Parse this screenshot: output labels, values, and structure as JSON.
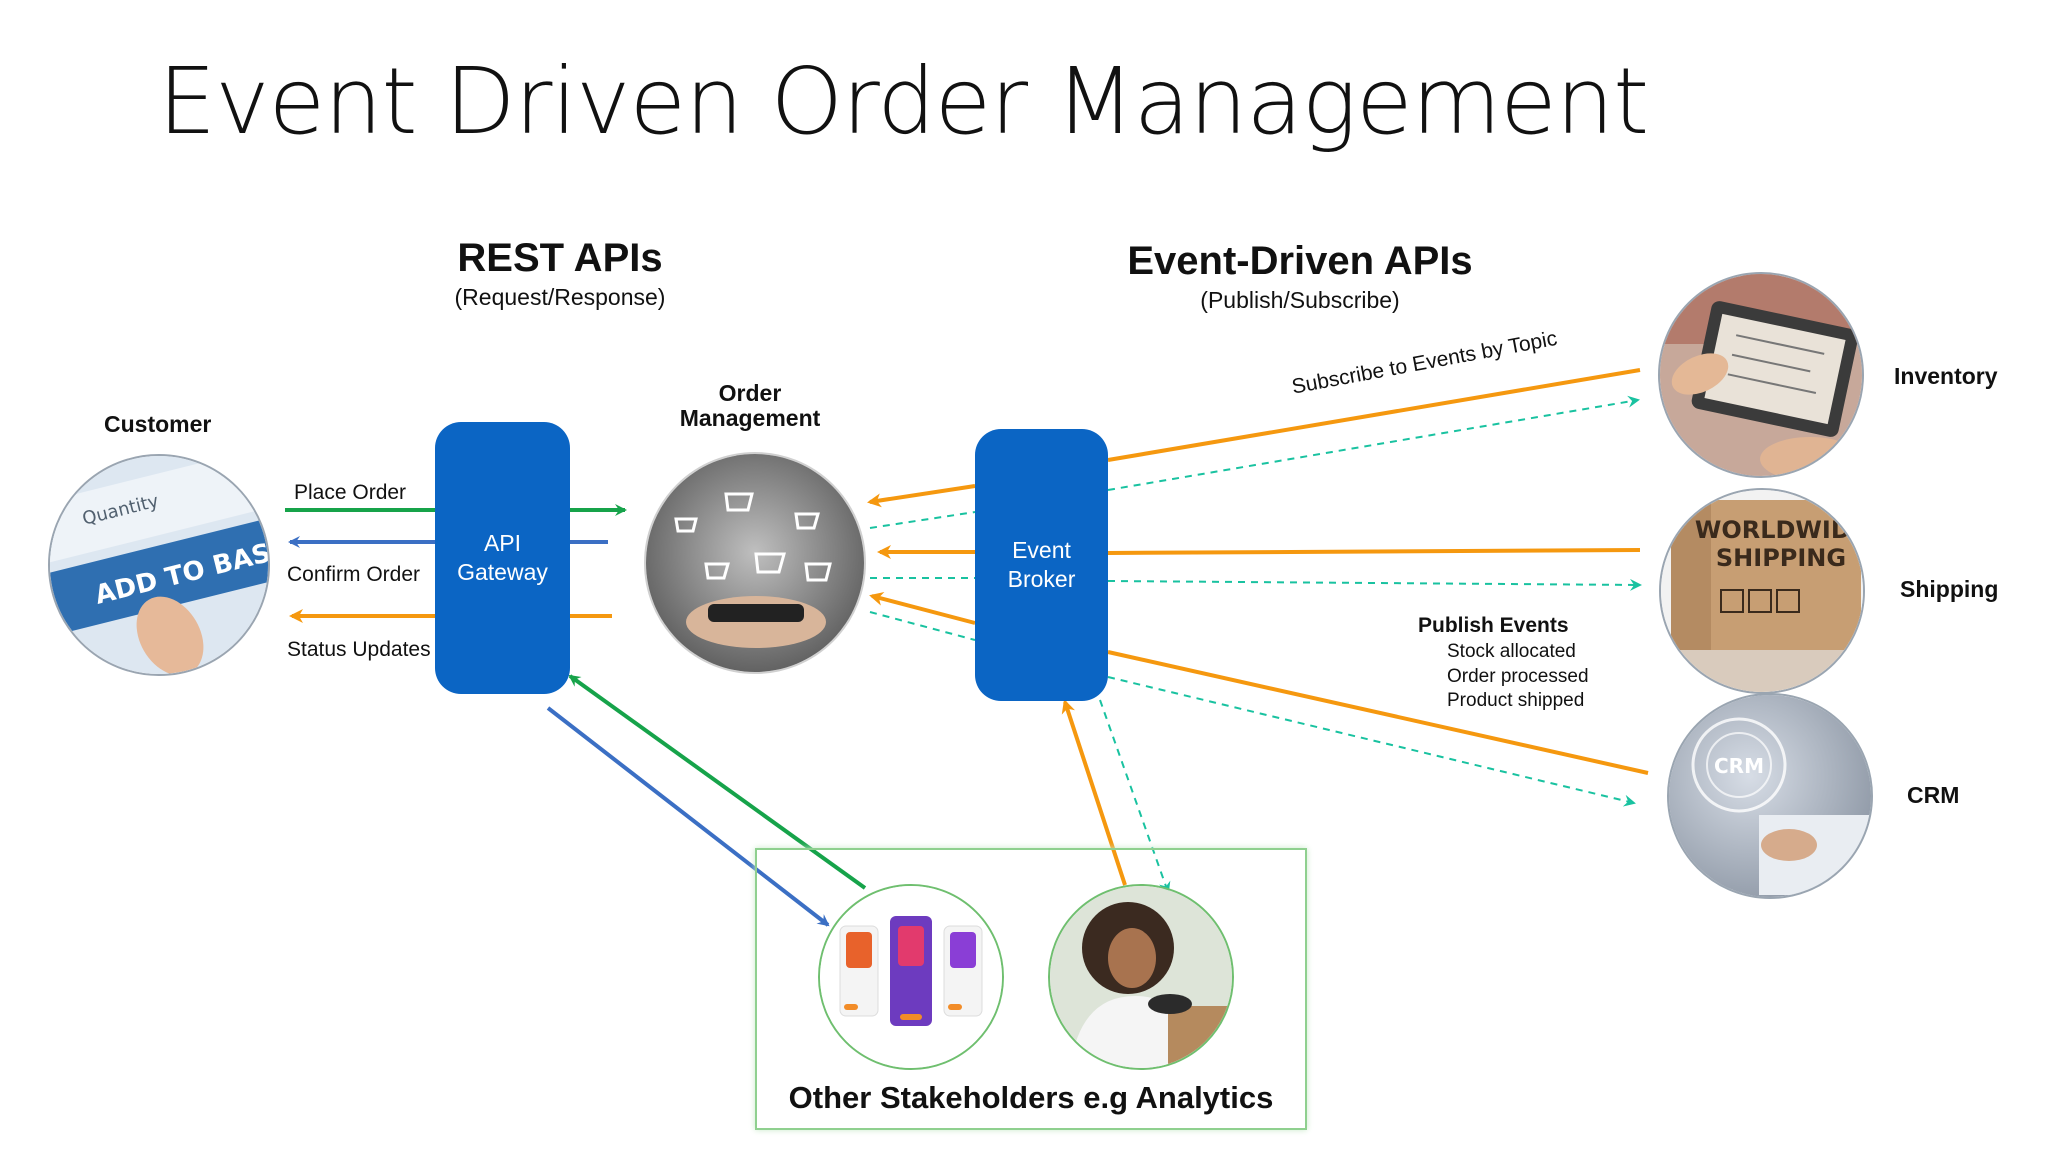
{
  "title": "Event Driven Order Management",
  "rest": {
    "heading": "REST APIs",
    "sub": "(Request/Response)"
  },
  "eda": {
    "heading": "Event-Driven APIs",
    "sub": "(Publish/Subscribe)"
  },
  "customer": {
    "label": "Customer"
  },
  "customer_image": {
    "quantity": "Quantity",
    "button": "ADD TO BAS"
  },
  "flows": {
    "place_order": "Place Order",
    "confirm_order": "Confirm Order",
    "status_updates": "Status Updates"
  },
  "api_gateway": {
    "line1": "API",
    "line2": "Gateway"
  },
  "order_mgmt": {
    "line1": "Order",
    "line2": "Management"
  },
  "event_broker": {
    "line1": "Event",
    "line2": "Broker"
  },
  "subscribe_label": "Subscribe to Events by Topic",
  "publish": {
    "heading": "Publish Events",
    "events": [
      "Stock allocated",
      "Order processed",
      "Product shipped"
    ]
  },
  "consumers": {
    "inventory": "Inventory",
    "shipping": "Shipping",
    "crm": "CRM"
  },
  "shipping_image": {
    "line1": "WORLDWIDE",
    "line2": "SHIPPING"
  },
  "crm_image": {
    "text": "CRM"
  },
  "stakeholders": {
    "label": "Other Stakeholders e.g Analytics"
  },
  "colors": {
    "green": "#16a34a",
    "blue": "#3b6fc4",
    "orange": "#f5980f",
    "teal": "#19c2a0",
    "box": "#0b65c4"
  }
}
